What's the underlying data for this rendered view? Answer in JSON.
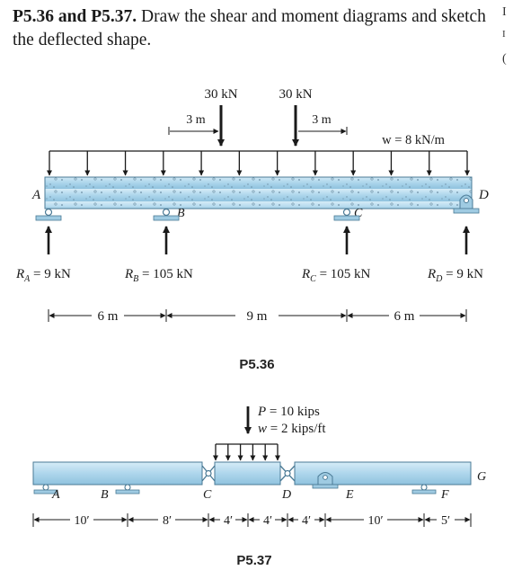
{
  "header": {
    "problem_ids": "P5.36 and P5.37.",
    "text": " Draw the shear and moment diagrams and sketch the deflected shape."
  },
  "edge_glyphs": [
    "I",
    "I",
    "("
  ],
  "p536": {
    "caption": "P5.36",
    "point_loads": [
      {
        "label": "30 kN",
        "offset_label": "3 m"
      },
      {
        "label": "30 kN",
        "offset_label": "3 m"
      }
    ],
    "distributed_load": "w = 8 kN/m",
    "supports": [
      "A",
      "B",
      "C",
      "D"
    ],
    "reactions": [
      {
        "sym": "R",
        "sub": "A",
        "value": " = 9 kN"
      },
      {
        "sym": "R",
        "sub": "B",
        "value": " = 105 kN"
      },
      {
        "sym": "R",
        "sub": "C",
        "value": " = 105 kN"
      },
      {
        "sym": "R",
        "sub": "D",
        "value": " = 9 kN"
      }
    ],
    "spans": [
      "6 m",
      "9 m",
      "6 m"
    ]
  },
  "p537": {
    "caption": "P5.37",
    "load_p": "P = 10 kips",
    "load_w": "w = 2 kips/ft",
    "points": [
      "A",
      "B",
      "C",
      "D",
      "E",
      "F",
      "G"
    ],
    "spans": [
      "10′",
      "8′",
      "4′",
      "4′",
      "4′",
      "10′",
      "5′"
    ]
  },
  "colors": {
    "beam": "#aed6ec",
    "beam_edge": "#4a7a95",
    "support": "#9fcbe2",
    "ink": "#1a1a1a"
  }
}
